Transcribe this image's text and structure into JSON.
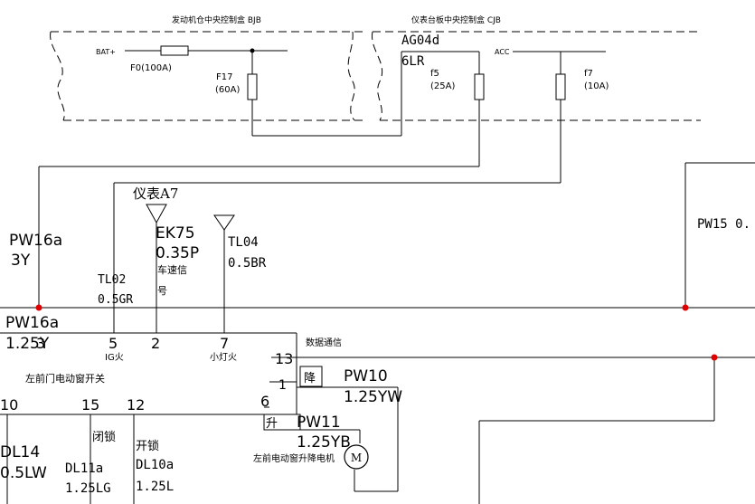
{
  "boxes": {
    "engine_box_title": "发动机仓中央控制盒  BJB",
    "dash_box_title": "仪表台板中央控制盒  CJB"
  },
  "fuses": {
    "bat": "BAT+",
    "f0": "F0(100A)",
    "f17_name": "F17",
    "f17_rating": "(60A)",
    "ag04d": "AG04d",
    "wire_6lr": "6LR",
    "f5_name": "f5",
    "f5_rating": "(25A)",
    "acc": "ACC",
    "f7_name": "f7",
    "f7_rating": "(10A)"
  },
  "wires": {
    "pw16a_top_name": "PW16a",
    "pw16a_top_spec": "3Y",
    "pw16a_mid_name": "PW16a",
    "pw16a_mid_spec": "1.25Y",
    "tl02_name": "TL02",
    "tl02_spec": "0.5GR",
    "yibiao": "仪表A7",
    "ek75_name": "EK75",
    "ek75_spec": "0.35P",
    "ek75_note1": "车速信",
    "ek75_note2": "号",
    "tl04_name": "TL04",
    "tl04_spec": "0.5BR",
    "pw15": "PW15  0.",
    "pw10_name": "PW10",
    "pw10_spec": "1.25YW",
    "pw11_name": "PW11",
    "pw11_spec": "1.25YB",
    "dl14_name": "DL14",
    "dl14_spec": "0.5LW",
    "dl11a_name": "DL11a",
    "dl11a_spec": "1.25LG",
    "dl10a_name": "DL10a",
    "dl10a_spec": "1.25L"
  },
  "switch": {
    "title": "左前门电动窗开关",
    "pin5": "5",
    "pin5_note": "IG火",
    "pin2": "2",
    "pin7": "7",
    "pin7_note": "小灯火",
    "pin3": "3",
    "pin13": "13",
    "pin13_note": "数据通信",
    "pin1": "1",
    "down": "降",
    "pin6": "6",
    "up": "升",
    "pin10": "10",
    "pin15": "15",
    "pin12": "12",
    "close_lock": "闭锁",
    "open_lock": "开锁"
  },
  "motor": {
    "label": "左前电动窗升降电机",
    "symbol": "M"
  }
}
